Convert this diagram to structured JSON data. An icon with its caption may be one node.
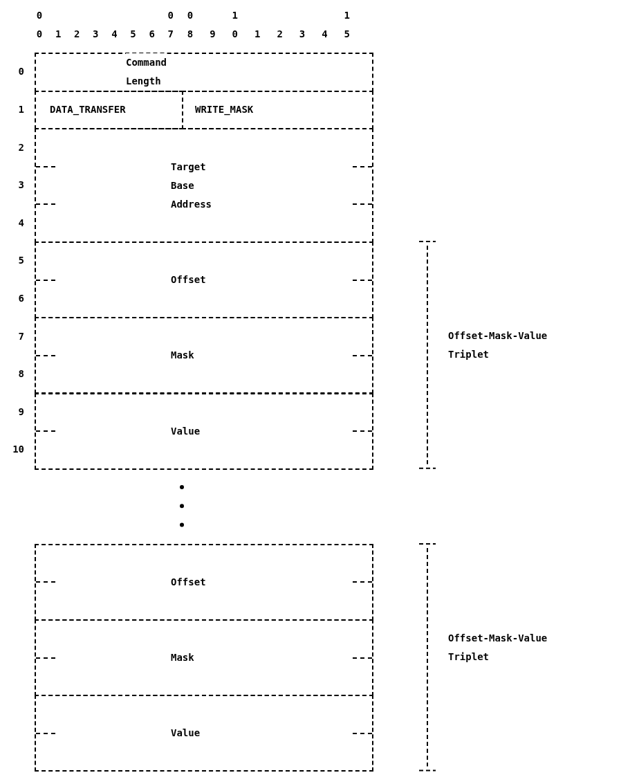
{
  "diagram": {
    "nodes": [
      {
        "text": [
          "Command Length"
        ]
      },
      {
        "text": [
          "DATA_TRANSFER"
        ]
      },
      {
        "text": [
          "WRITE_MASK"
        ]
      },
      {
        "text": [
          "Target Base Address"
        ]
      },
      {
        "text": [
          "Offset"
        ]
      },
      {
        "text": [
          "Mask"
        ]
      },
      {
        "text": [
          "Value"
        ]
      },
      {
        "text": [
          "Offset"
        ]
      },
      {
        "text": [
          "Mask"
        ]
      },
      {
        "text": [
          "Value"
        ]
      }
    ],
    "labels": [
      "0",
      "0",
      "0",
      "1",
      "1",
      "0",
      "1",
      "2",
      "3",
      "4",
      "5",
      "6",
      "7",
      "8",
      "9",
      "0",
      "1",
      "2",
      "3",
      "4",
      "5",
      "0",
      "1",
      "2",
      "3",
      "4",
      "5",
      "6",
      "7",
      "8",
      "9",
      "10",
      "Offset-Mask-Value Triplet",
      "Offset-Mask-Value Triplet"
    ]
  }
}
